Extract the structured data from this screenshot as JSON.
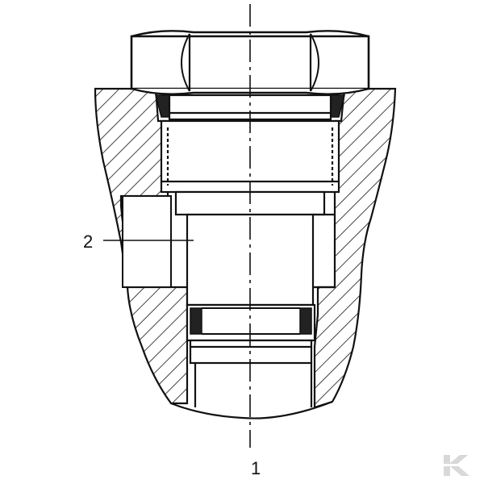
{
  "diagram": {
    "callouts": [
      {
        "id": "1",
        "text": "1"
      },
      {
        "id": "2",
        "text": "2"
      }
    ]
  },
  "colors": {
    "line": "#111111",
    "watermark": "#d8d8d8"
  }
}
